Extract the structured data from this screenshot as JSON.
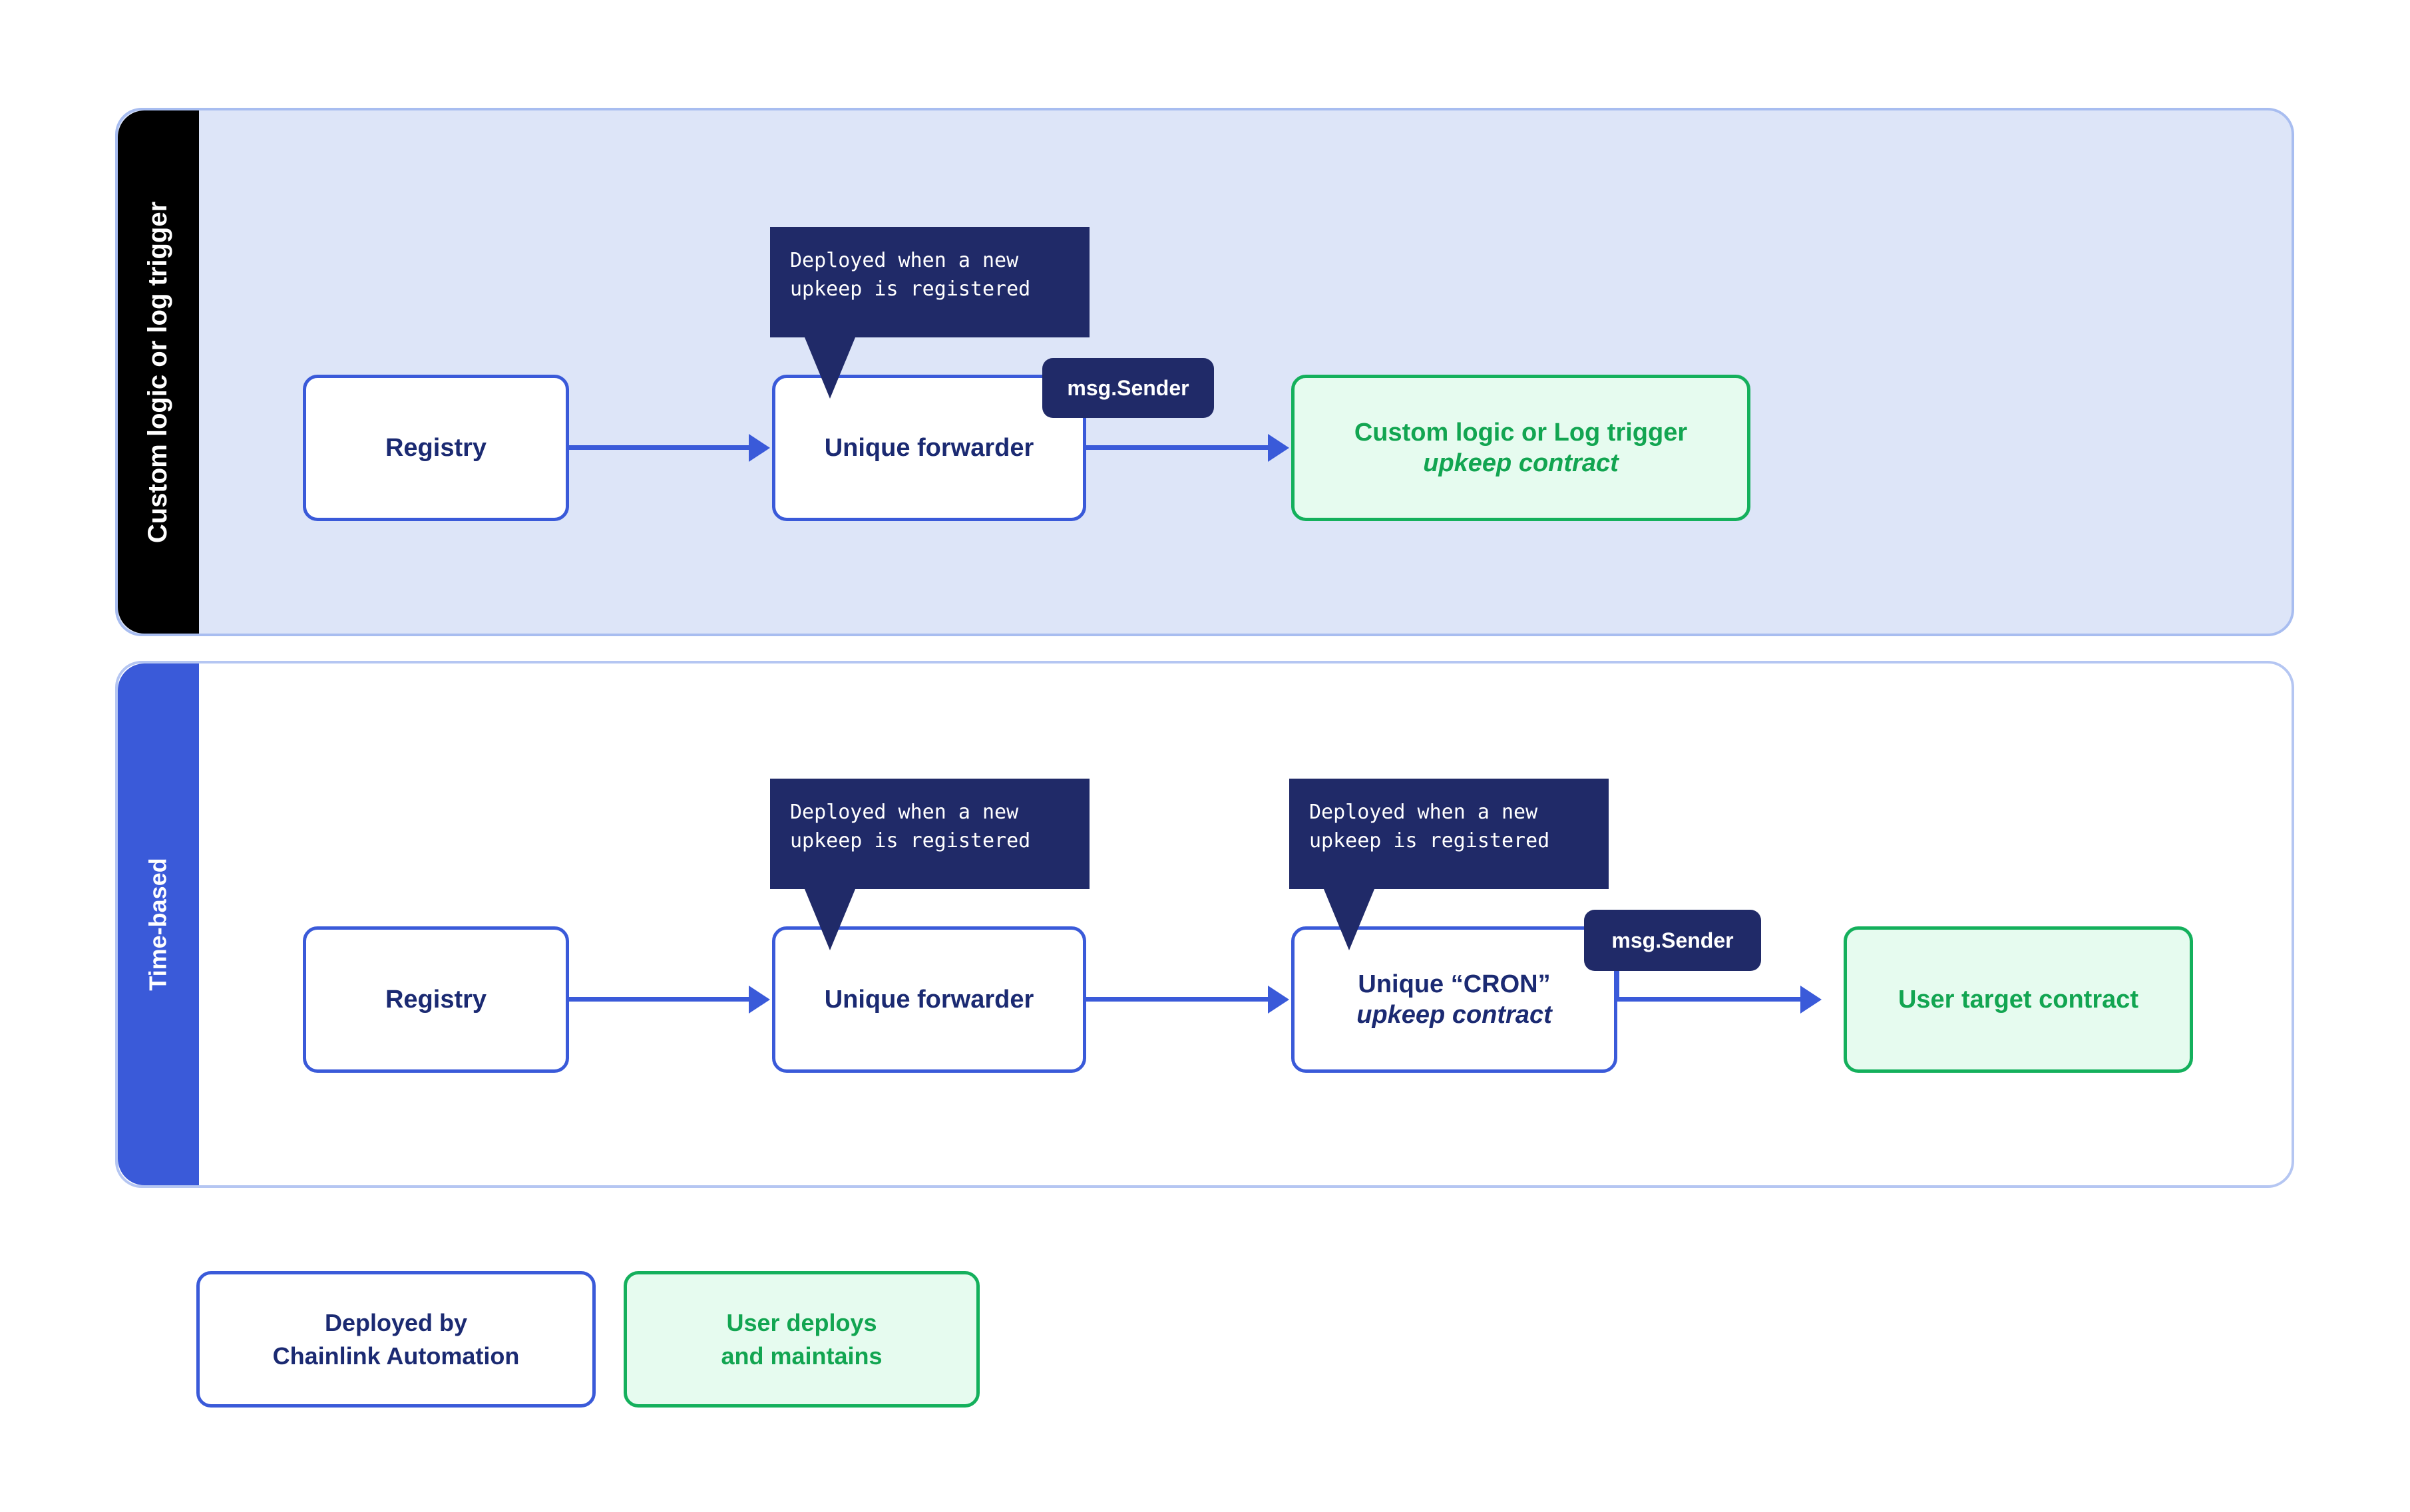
{
  "colors": {
    "lane1_tab": "#000000",
    "lane2_tab": "#3a5ad9",
    "lane1_fill": "#dde5f8",
    "lane2_fill": "#ffffff",
    "panel_border": "#a8bdf0",
    "node_blue_border": "#3a5ad9",
    "node_blue_text": "#1b2a72",
    "node_green_border": "#14b05c",
    "node_green_fill": "#e6fbef",
    "node_green_text": "#12a551",
    "callout_bg": "#202a68",
    "callout_text": "#ffffff",
    "arrow": "#3a5ad9"
  },
  "lanes": [
    {
      "id": "custom-logic-or-log-trigger",
      "label": "Custom logic or log trigger",
      "nodes": [
        {
          "id": "registry",
          "label": "Registry",
          "kind": "blue"
        },
        {
          "id": "unique-forwarder",
          "label": "Unique forwarder",
          "kind": "blue"
        },
        {
          "id": "upkeep-contract",
          "line1": "Custom logic or Log trigger",
          "line2": "upkeep contract",
          "kind": "green"
        }
      ],
      "callouts": [
        {
          "id": "forwarder-callout",
          "line1": "Deployed when a new",
          "line2": "upkeep is registered"
        }
      ],
      "badges": [
        {
          "id": "msg-sender-1",
          "label": "msg.Sender"
        }
      ]
    },
    {
      "id": "time-based",
      "label": "Time-based",
      "nodes": [
        {
          "id": "registry",
          "label": "Registry",
          "kind": "blue"
        },
        {
          "id": "unique-forwarder",
          "label": "Unique forwarder",
          "kind": "blue"
        },
        {
          "id": "unique-cron",
          "line1": "Unique “CRON”",
          "line2": "upkeep contract",
          "kind": "blue"
        },
        {
          "id": "user-target-contract",
          "label": "User target contract",
          "kind": "green"
        }
      ],
      "callouts": [
        {
          "id": "forwarder-callout",
          "line1": "Deployed when a new",
          "line2": "upkeep is registered"
        },
        {
          "id": "cron-callout",
          "line1": "Deployed when a new",
          "line2": "upkeep is registered"
        }
      ],
      "badges": [
        {
          "id": "msg-sender-2",
          "label": "msg.Sender"
        }
      ]
    }
  ],
  "legend": [
    {
      "id": "deployed-by-chainlink-automation",
      "line1": "Deployed by",
      "line2": "Chainlink Automation",
      "kind": "blue"
    },
    {
      "id": "user-deploys-and-maintains",
      "line1": "User deploys",
      "line2": "and maintains",
      "kind": "green"
    }
  ]
}
